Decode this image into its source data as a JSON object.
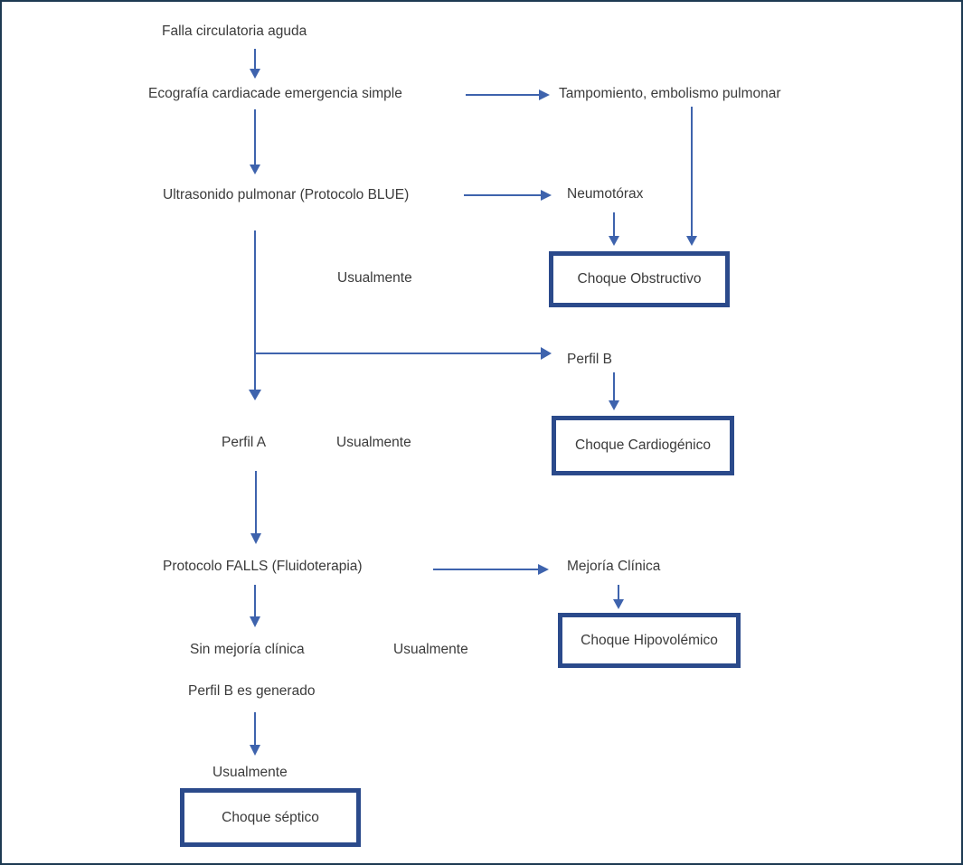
{
  "diagram": {
    "nodes": {
      "falla": "Falla circulatoria aguda",
      "ecografia": "Ecografía cardiacade emergencia simple",
      "tampomiento": "Tampomiento, embolismo pulmonar",
      "ultrasonido": "Ultrasonido pulmonar (Protocolo BLUE)",
      "neumotorax": "Neumotórax",
      "perfil_b": "Perfil B",
      "perfil_a": "Perfil A",
      "protocolo_falls": "Protocolo FALLS (Fluidoterapia)",
      "mejoria_clinica": "Mejoría Clínica",
      "sin_mejoria": "Sin mejoría clínica",
      "perfil_b_generado": "Perfil B es generado",
      "usualmente": "Usualmente"
    },
    "outcome_boxes": {
      "obstructivo": "Choque Obstructivo",
      "cardiogenico": "Choque Cardiogénico",
      "hipovolemico": "Choque Hipovolémico",
      "septico": "Choque séptico"
    },
    "colors": {
      "arrow": "#3E63AD",
      "box-border": "#2B4A8B",
      "text": "#3B3B3B",
      "frame": "#1D3A52",
      "bg": "#FFFFFF"
    }
  }
}
